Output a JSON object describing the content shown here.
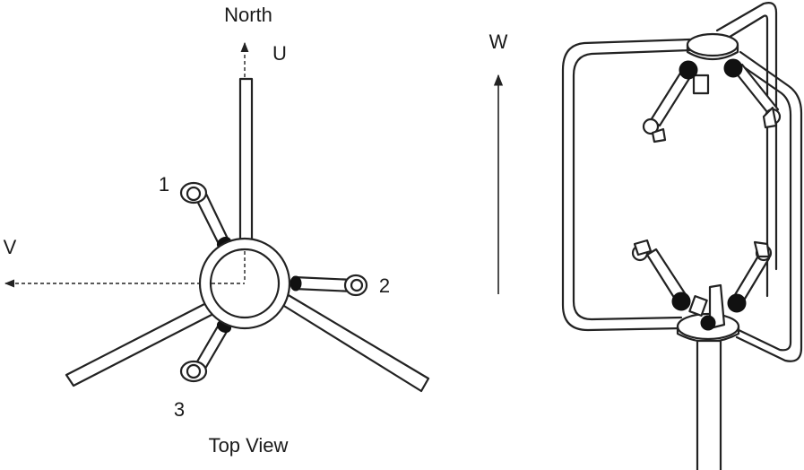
{
  "top_view": {
    "north_label": "North",
    "u_label": "U",
    "v_label": "V",
    "caption": "Top View",
    "transducers": [
      "1",
      "2",
      "3"
    ]
  },
  "side_view": {
    "w_label": "W"
  }
}
